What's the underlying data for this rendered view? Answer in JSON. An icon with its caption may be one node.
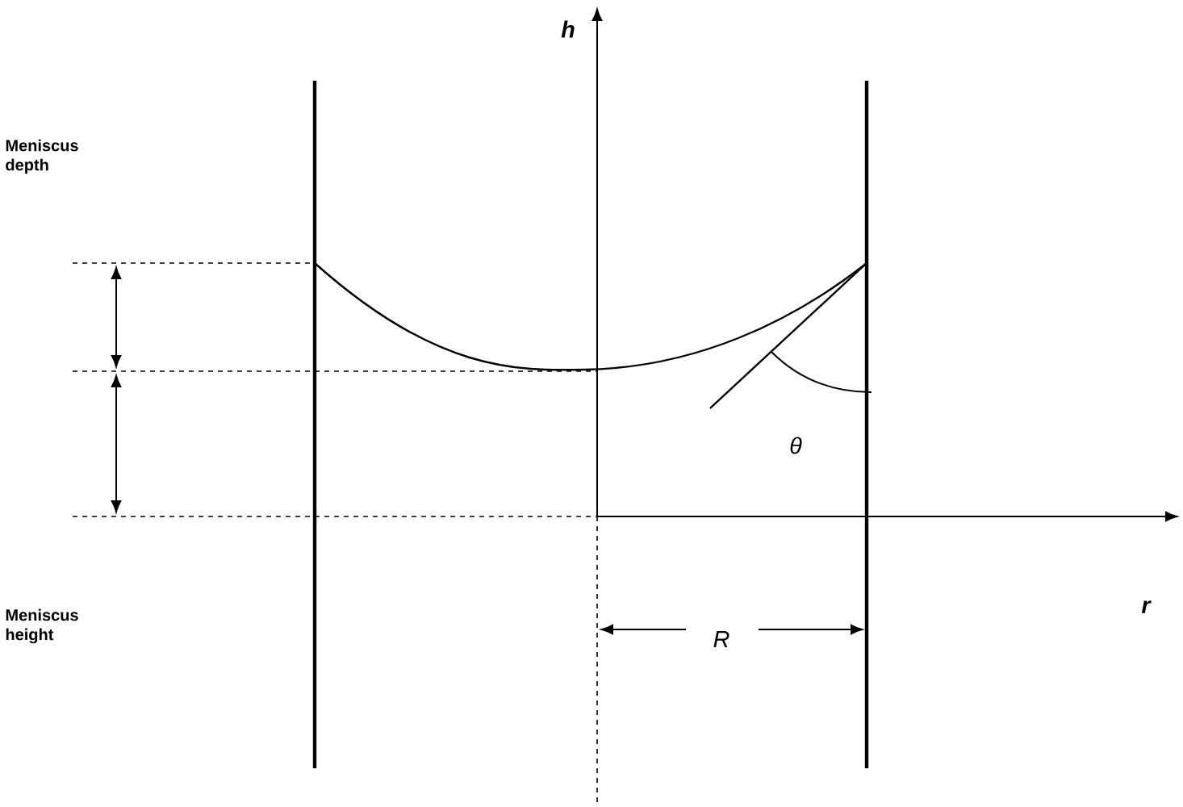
{
  "diagram": {
    "labels": [
      "h",
      "Meniscus depth",
      "θ",
      "Meniscus height",
      "r",
      "R"
    ]
  }
}
